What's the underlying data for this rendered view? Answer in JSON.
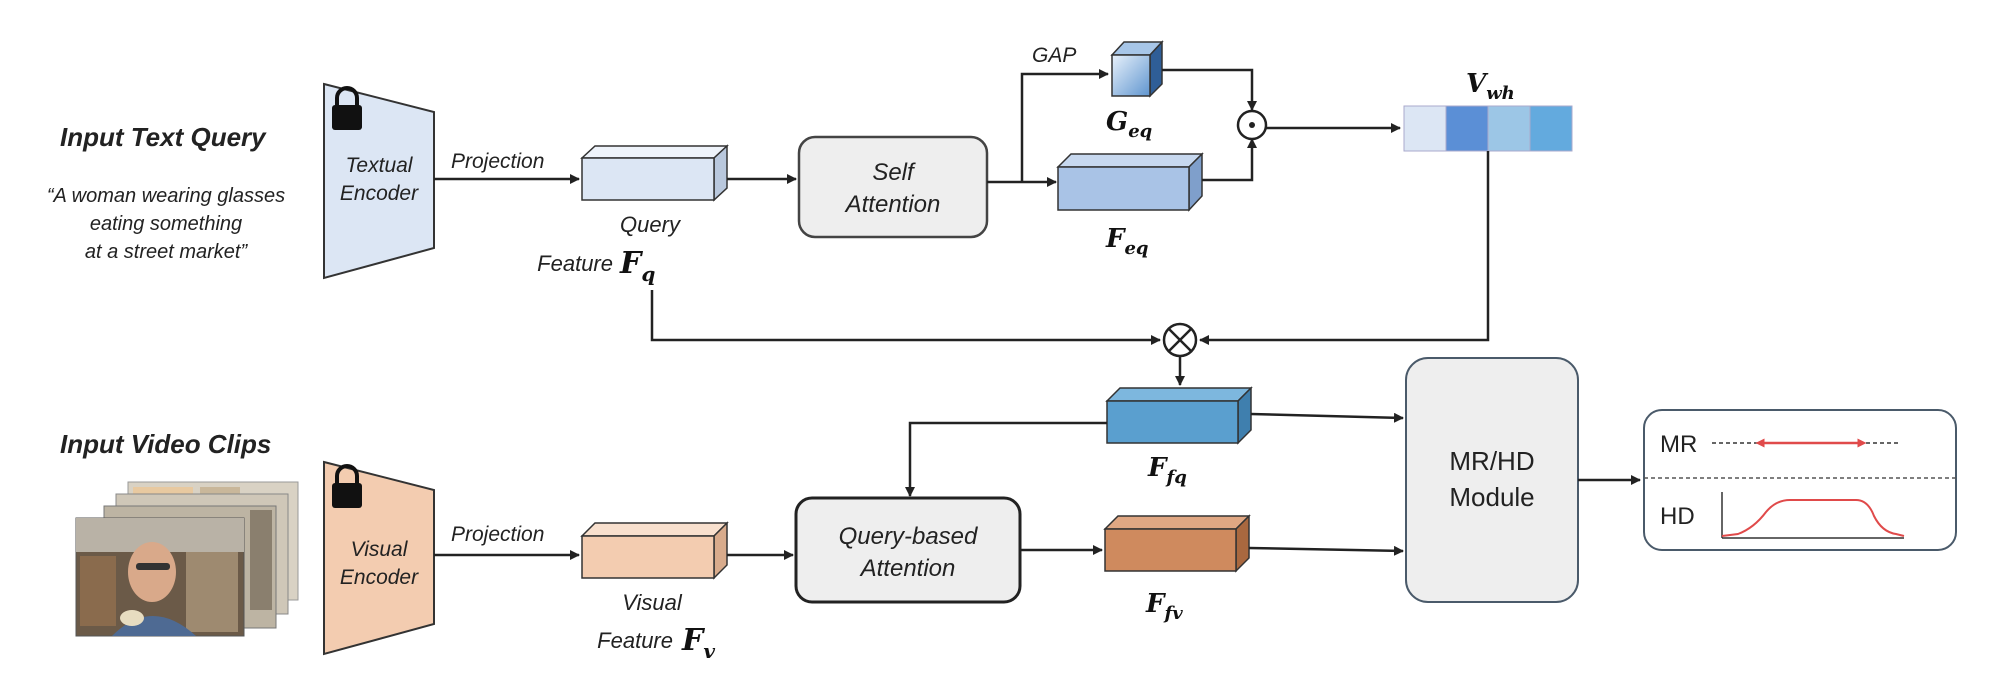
{
  "text_input": {
    "title": "Input Text Query",
    "quote_lines": [
      "“A woman wearing glasses",
      "eating something",
      "at a street market”"
    ]
  },
  "video_input": {
    "title": "Input Video Clips"
  },
  "textual_encoder": {
    "lines": [
      "Textual",
      "Encoder"
    ]
  },
  "visual_encoder": {
    "lines": [
      "Visual",
      "Encoder"
    ]
  },
  "projection_label": "Projection",
  "query_feature": {
    "line1": "Query",
    "line2": "Feature",
    "symbol": "F",
    "subscript": "q"
  },
  "visual_feature": {
    "line1": "Visual",
    "line2": "Feature",
    "symbol": "F",
    "subscript": "v"
  },
  "self_attention": {
    "lines": [
      "Self",
      "Attention"
    ]
  },
  "gap_label": "GAP",
  "g_eq": {
    "symbol": "G",
    "subscript": "eq"
  },
  "f_eq": {
    "symbol": "F",
    "subscript": "eq"
  },
  "v_wh": {
    "symbol": "V",
    "subscript": "wh"
  },
  "f_fq": {
    "symbol": "F",
    "subscript": "fq"
  },
  "f_fv": {
    "symbol": "F",
    "subscript": "fv"
  },
  "query_attention": {
    "lines": [
      "Query-based",
      "Attention"
    ]
  },
  "mrhd_module": {
    "lines": [
      "MR/HD",
      "Module"
    ]
  },
  "output": {
    "mr_label": "MR",
    "hd_label": "HD"
  },
  "operators": {
    "dot": "⊙",
    "times": "⊗"
  },
  "colors": {
    "text_blue": "#dce6f4",
    "text_blue_top": "#eef3fa",
    "text_blue_side": "#b9c8dd",
    "feq_front": "#a9c3e6",
    "feq_top": "#c7d8ef",
    "feq_side": "#7f9fcb",
    "ffq_front": "#5a9fcf",
    "ffq_top": "#7db7de",
    "ffq_side": "#3f7fae",
    "visual_orange": "#f3ccb0",
    "visual_orange_top": "#f8e0ce",
    "visual_orange_side": "#d8ab8c",
    "ffv_front": "#cf8a5e",
    "ffv_top": "#e0a783",
    "ffv_side": "#a9683f",
    "box_gray": "#eeeeee",
    "vwh_cells": [
      "#dce6f4",
      "#5b8fd6",
      "#9cc6e6",
      "#63aade"
    ],
    "red_line": "#e04a4a"
  }
}
